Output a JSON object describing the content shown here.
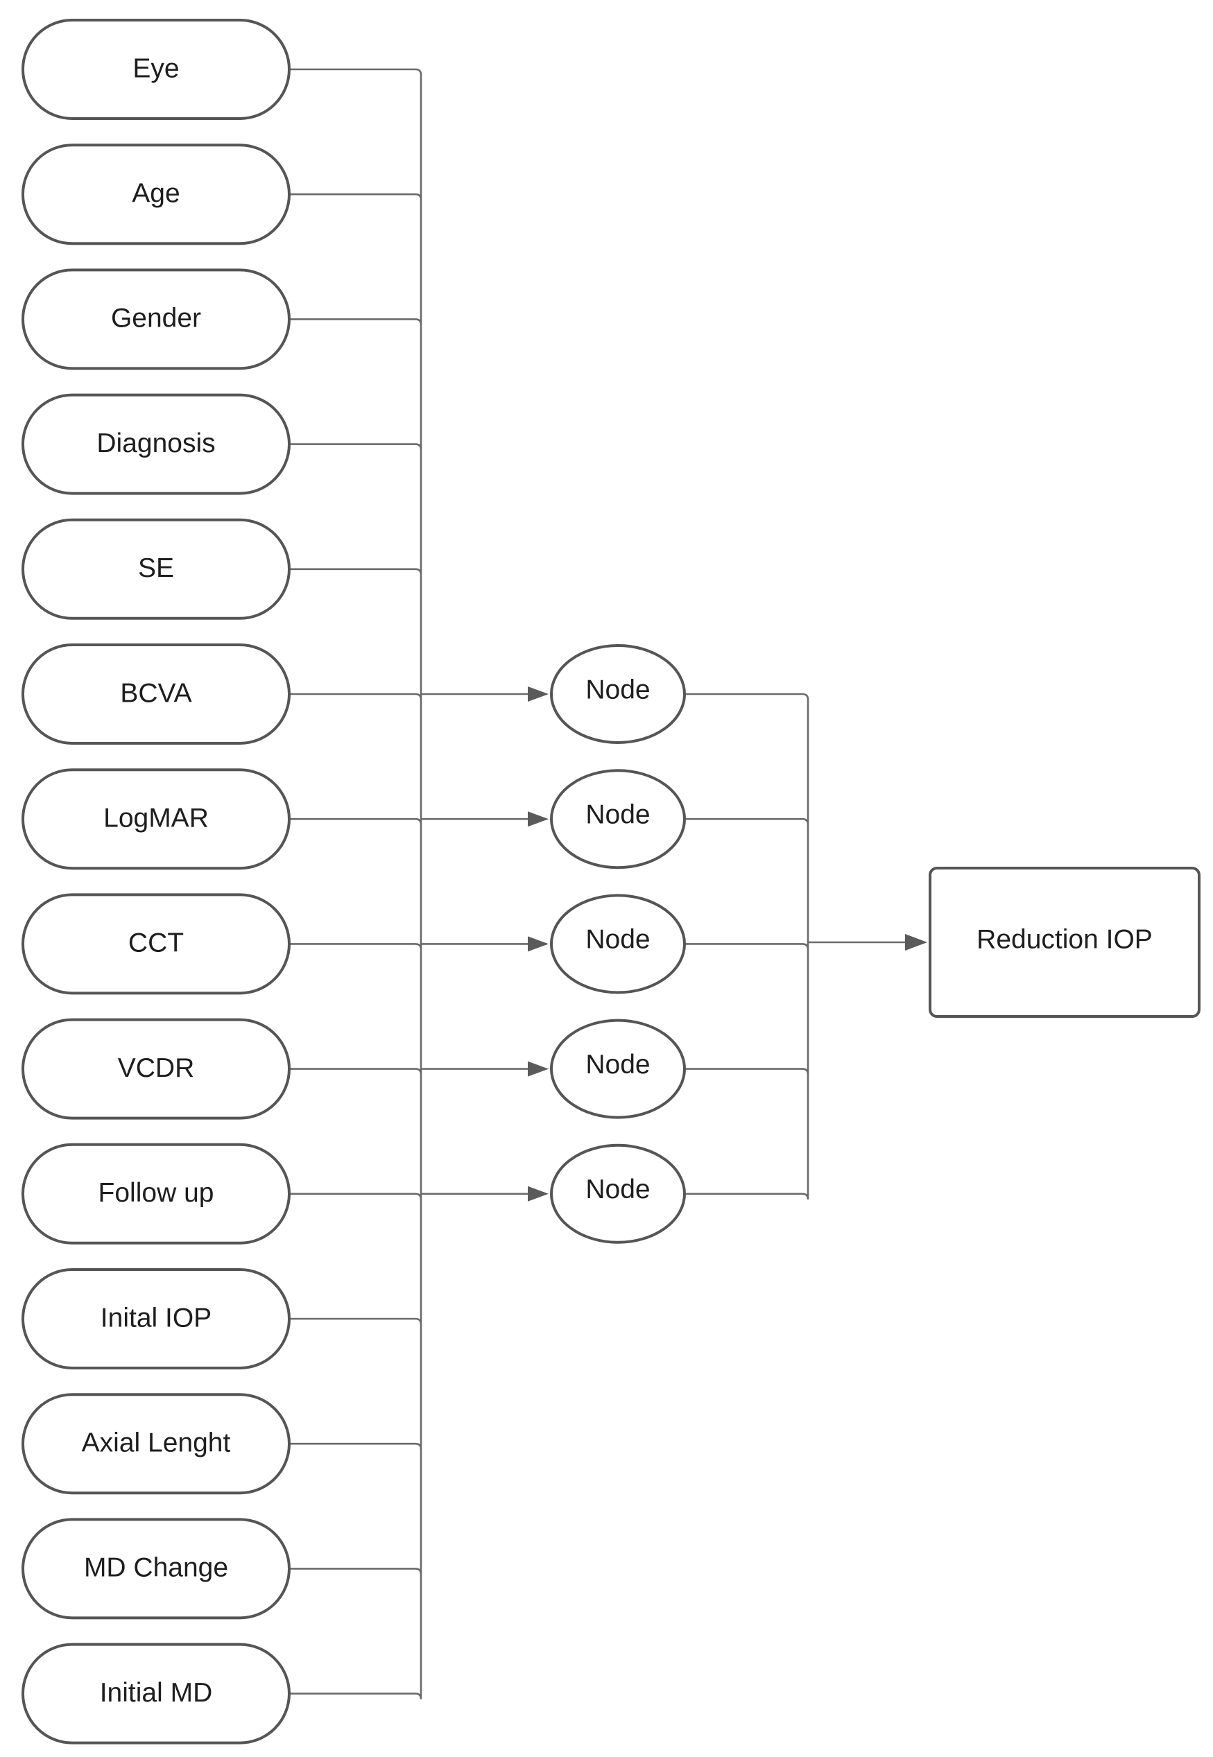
{
  "inputs": [
    "Eye",
    "Age",
    "Gender",
    "Diagnosis",
    "SE",
    "BCVA",
    "LogMAR",
    "CCT",
    "VCDR",
    "Follow up",
    "Inital IOP",
    "Axial Lenght",
    "MD Change",
    "Initial MD"
  ],
  "hidden_nodes": [
    "Node",
    "Node",
    "Node",
    "Node",
    "Node"
  ],
  "output": "Reduction IOP",
  "colors": {
    "stroke": "#555555",
    "line": "#6a6a6a",
    "text": "#1e1e1e",
    "background": "#ffffff"
  }
}
